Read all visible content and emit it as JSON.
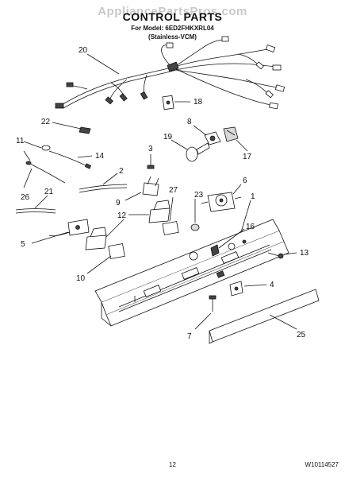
{
  "watermark": "AppliancePartsPros.com",
  "title": "CONTROL PARTS",
  "model_line": "For Model: 6ED2FHKXRL04",
  "variant_line": "(Stainless-VCM)",
  "page_number": "12",
  "doc_code": "W10114527",
  "callouts": {
    "c20": "20",
    "c18": "18",
    "c22": "22",
    "c8": "8",
    "c19": "19",
    "c17": "17",
    "c11": "11",
    "c3": "3",
    "c14": "14",
    "c6": "6",
    "c2": "2",
    "c27": "27",
    "c23": "23",
    "c1": "1",
    "c26": "26",
    "c21": "21",
    "c9": "9",
    "c12": "12",
    "c16": "16",
    "c5": "5",
    "c13": "13",
    "c10": "10",
    "c4": "4",
    "c7": "7",
    "c25": "25"
  }
}
